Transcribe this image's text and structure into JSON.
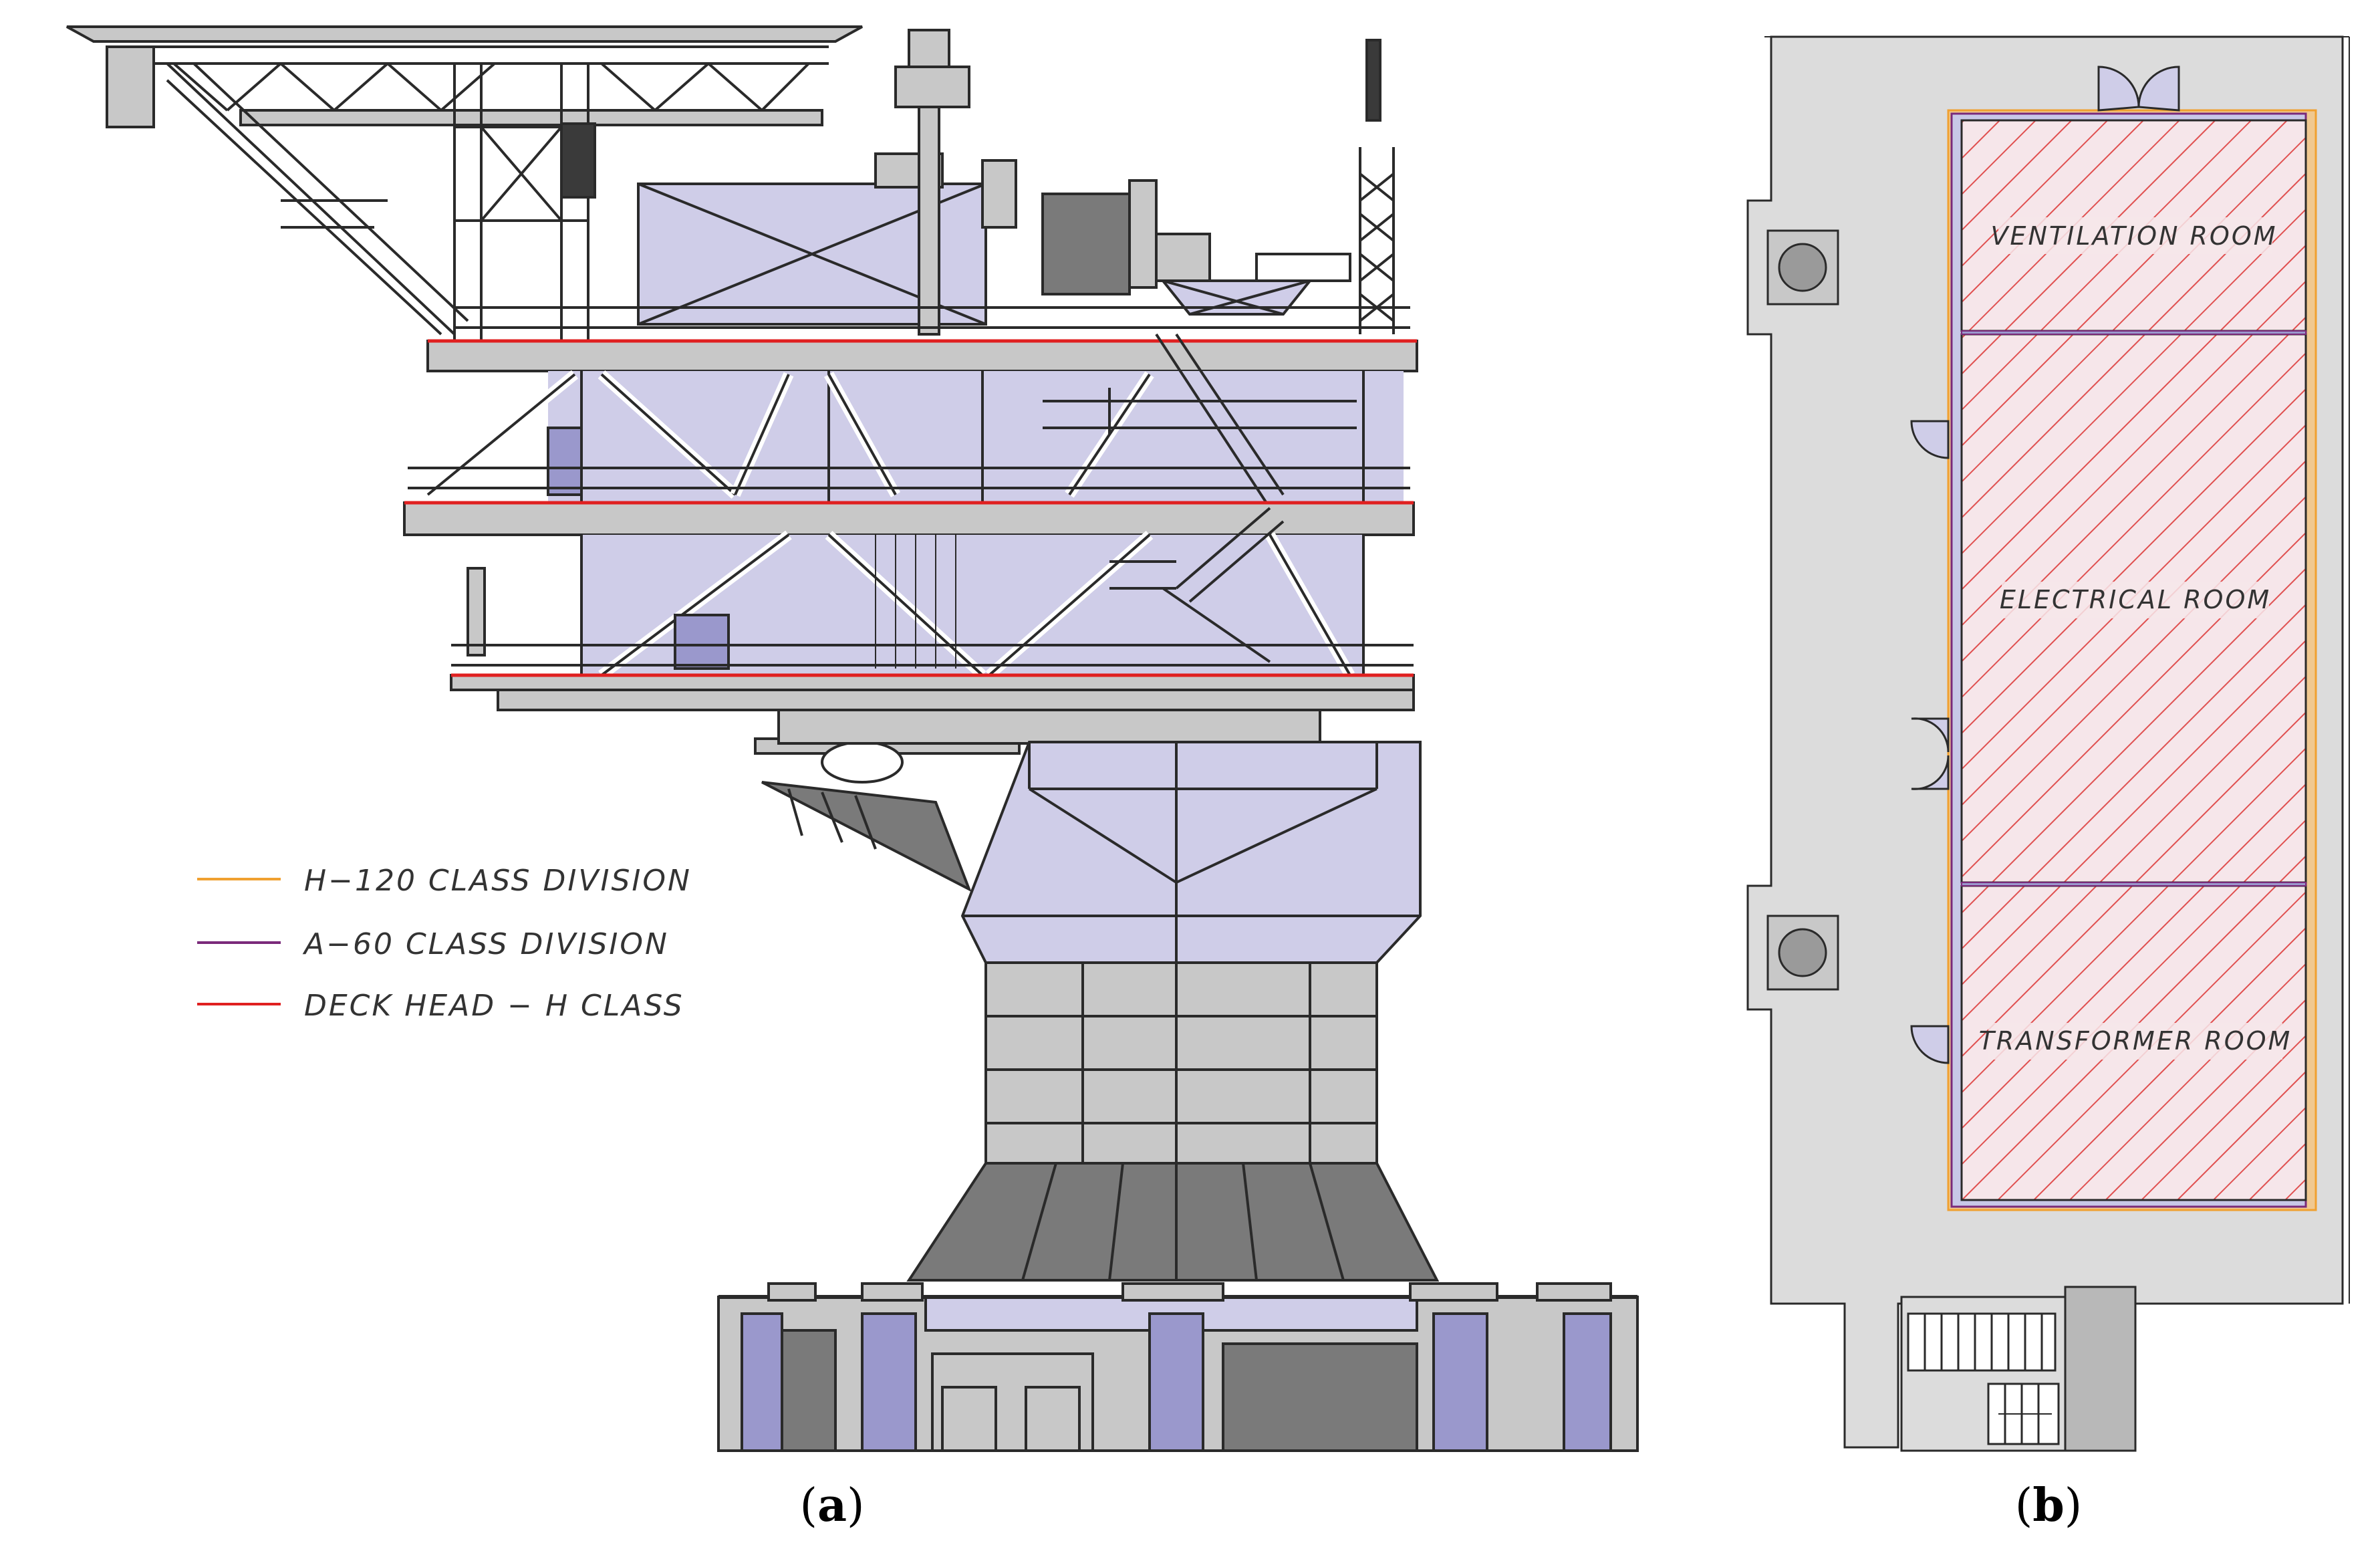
{
  "panel_a": {
    "legend": [
      {
        "label": "H−120 CLASS DIVISION",
        "color": "#f0a030"
      },
      {
        "label": "A−60 CLASS DIVISION",
        "color": "#7a2a7a"
      },
      {
        "label": "DECK HEAD − H CLASS",
        "color": "#e02020"
      }
    ],
    "caption_open": "(",
    "caption_letter": "a",
    "caption_close": ")"
  },
  "panel_b": {
    "rooms": {
      "ventilation": "VENTILATION ROOM",
      "electrical": "ELECTRICAL ROOM",
      "transformer": "TRANSFORMER ROOM"
    },
    "caption_open": "(",
    "caption_letter": "b",
    "caption_close": ")"
  },
  "colors": {
    "steel": "#c8c8c8",
    "lavender": "#cfcde8",
    "dark": "#3a3a3a",
    "hatch": "#e05050",
    "deck_head": "#e02020",
    "h120": "#f0a030",
    "a60": "#7a2a7a"
  }
}
